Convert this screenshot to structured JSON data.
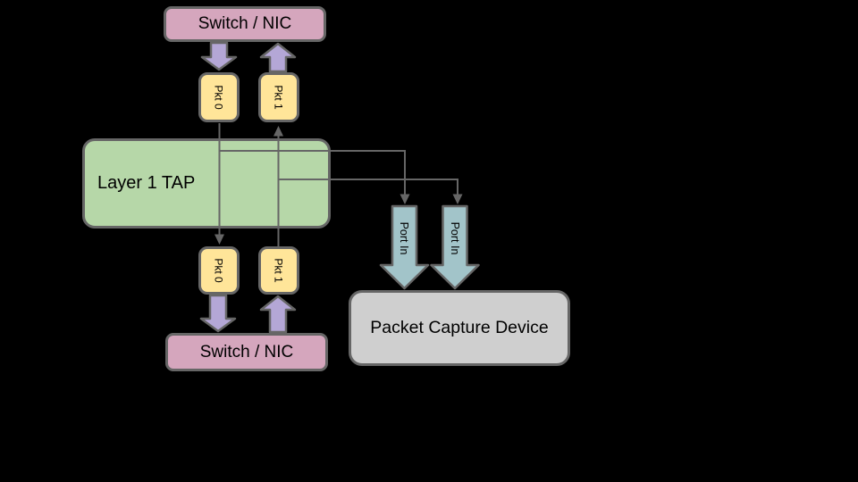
{
  "diagram": {
    "title": "Layer 1 TAP network diagram",
    "background_color": "#000000",
    "colors": {
      "switch_fill": "#d5a6bd",
      "tap_fill": "#b6d7a8",
      "pkt_fill": "#ffe599",
      "capture_fill": "#cfcfcf",
      "flow_arrow_fill": "#b4a7d6",
      "port_arrow_fill": "#a2c4c9",
      "border_and_lines": "#666666",
      "text": "#000000"
    },
    "nodes": {
      "switch_top": {
        "label": "Switch / NIC"
      },
      "tap": {
        "label": "Layer 1 TAP"
      },
      "switch_bottom": {
        "label": "Switch / NIC"
      },
      "capture": {
        "label": "Packet Capture Device"
      },
      "pkt0_top": {
        "label": "Pkt 0"
      },
      "pkt1_top": {
        "label": "Pkt 1"
      },
      "pkt0_bottom": {
        "label": "Pkt 0"
      },
      "pkt1_bottom": {
        "label": "Pkt 1"
      },
      "port_in_left": {
        "label": "Port In"
      },
      "port_in_right": {
        "label": "Port In"
      }
    }
  }
}
